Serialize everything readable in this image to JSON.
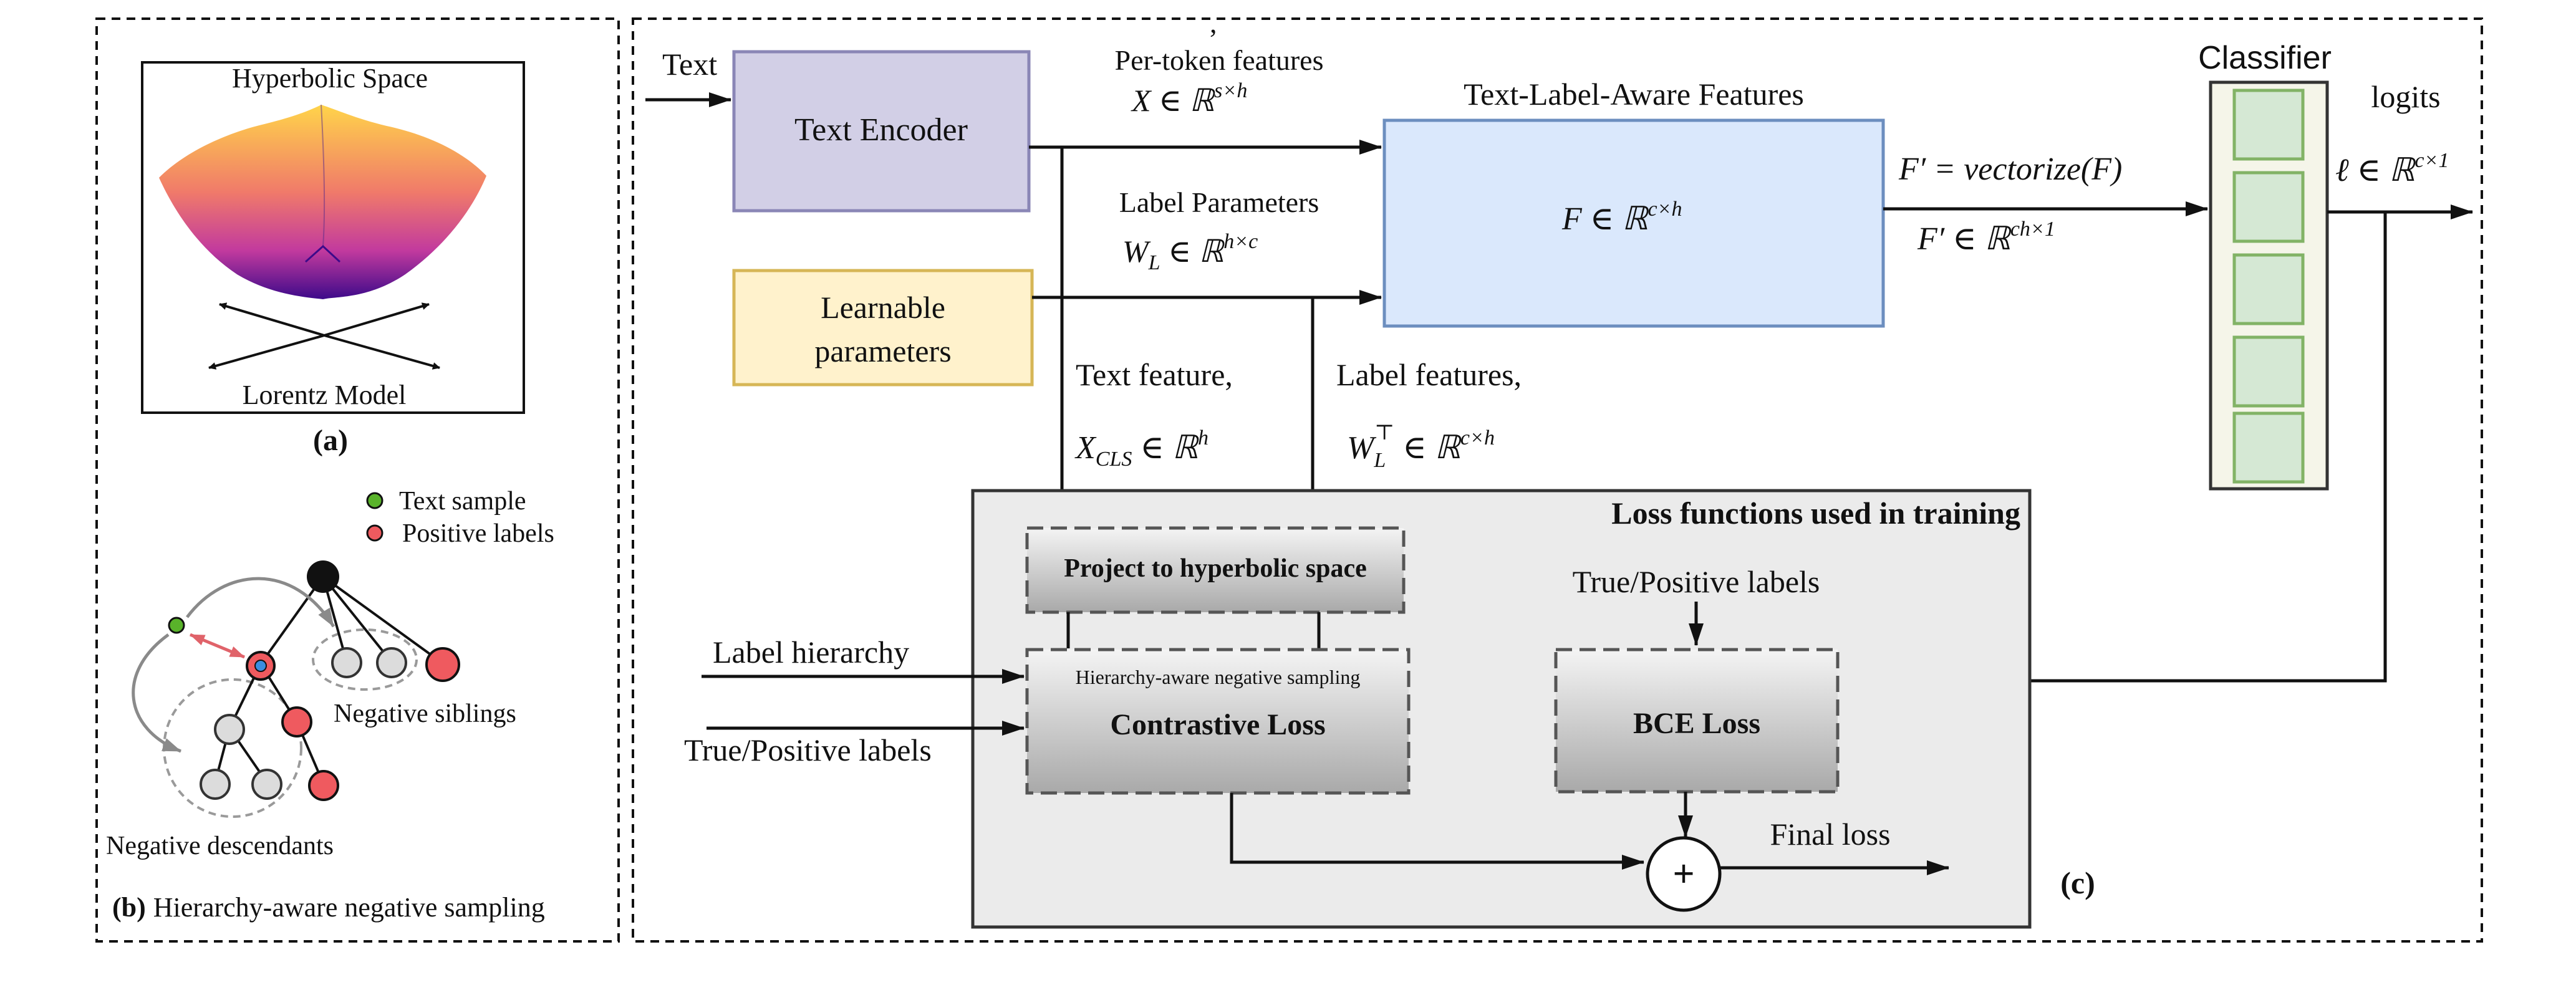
{
  "colors": {
    "encoder_fill": "#d2cfe6",
    "encoder_stroke": "#8a86b6",
    "learnable_fill": "#fff2cc",
    "learnable_stroke": "#d6b656",
    "feature_fill": "#dae8fc",
    "feature_stroke": "#6c8ebf",
    "classifier_fill": "#f5f5e9",
    "classifier_cell_fill": "#d5e8d4",
    "classifier_cell_stroke": "#82b366",
    "loss_panel_fill": "#ebebeb",
    "loss_box_top": "#f4f4f4",
    "loss_box_bottom": "#a9a9a9",
    "text_sample": "#59b32a",
    "positive_label": "#ef5a5f",
    "negative_node": "#dcdcdc",
    "neighbor_arrow": "#e0636a",
    "curve_arrow": "#8a8a8a",
    "surface_top": "#ffd44a",
    "surface_mid": "#e8608a",
    "surface_bottom": "#3d0a8a"
  },
  "panel_a": {
    "title": "Hyperbolic Space",
    "subtitle": "Lorentz Model",
    "caption": "(a)"
  },
  "panel_b": {
    "legend_text_sample": "Text sample",
    "legend_positive": "Positive labels",
    "negative_siblings": "Negative  siblings",
    "negative_descendants": "Negative descendants",
    "caption_letter": "(b)",
    "caption_text": "Hierarchy-aware negative sampling"
  },
  "panel_c": {
    "input_text": "Text",
    "text_encoder": "Text Encoder",
    "learnable_line1": "Learnable",
    "learnable_line2": "parameters",
    "per_token_label": "Per-token features",
    "per_token_comma": ",",
    "per_token_math": "X ∈ ℝ",
    "per_token_sup": "s×h",
    "label_params_label": "Label Parameters",
    "label_params_math": "W",
    "label_params_sub": "L",
    "label_params_rest": " ∈ ℝ",
    "label_params_sup": "h×c",
    "tla_title": "Text-Label-Aware Features",
    "tla_math": "F ∈ ℝ",
    "tla_sup": "c×h",
    "vectorize_math": "F′ = vectorize(F)",
    "fprime_math": "F′ ∈ ℝ",
    "fprime_sup": "ch×1",
    "classifier_title": "Classifier",
    "logits_label": "logits",
    "logits_math": "ℓ ∈ ℝ",
    "logits_sup": "c×1",
    "text_feature_label": "Text feature,",
    "text_feature_math": "X",
    "text_feature_sub": "CLS",
    "text_feature_rest": " ∈ ℝ",
    "text_feature_sup": "h",
    "label_features_label": "Label features,",
    "label_features_math": "W",
    "label_features_sub": "L",
    "label_features_supT": "⊤",
    "label_features_rest": " ∈ ℝ",
    "label_features_sup": "c×h",
    "loss_panel_title": "Loss functions used in training",
    "project_box": "Project to hyperbolic space",
    "hier_neg_small": "Hierarchy-aware negative sampling",
    "contrastive_loss": "Contrastive Loss",
    "bce_loss": "BCE Loss",
    "true_pos_labels_top": "True/Positive labels",
    "label_hierarchy": "Label hierarchy",
    "true_pos_labels_left": "True/Positive labels",
    "plus_symbol": "+",
    "final_loss": "Final loss",
    "caption": "(c)"
  }
}
